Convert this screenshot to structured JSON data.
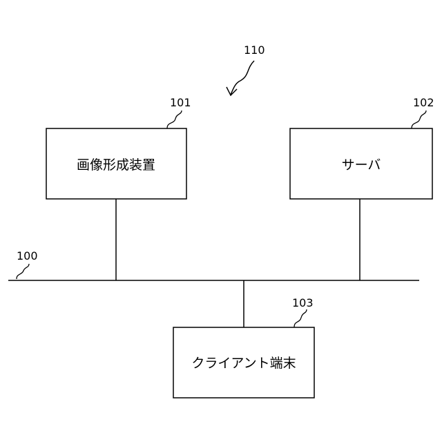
{
  "colors": {
    "stroke": "#000000",
    "background": "#ffffff",
    "text": "#000000"
  },
  "system_ref": "110",
  "network": {
    "ref": "100"
  },
  "nodes": {
    "image_forming_apparatus": {
      "ref": "101",
      "label": "画像形成装置"
    },
    "server": {
      "ref": "102",
      "label": "サーバ"
    },
    "client_terminal": {
      "ref": "103",
      "label": "クライアント端末"
    }
  }
}
